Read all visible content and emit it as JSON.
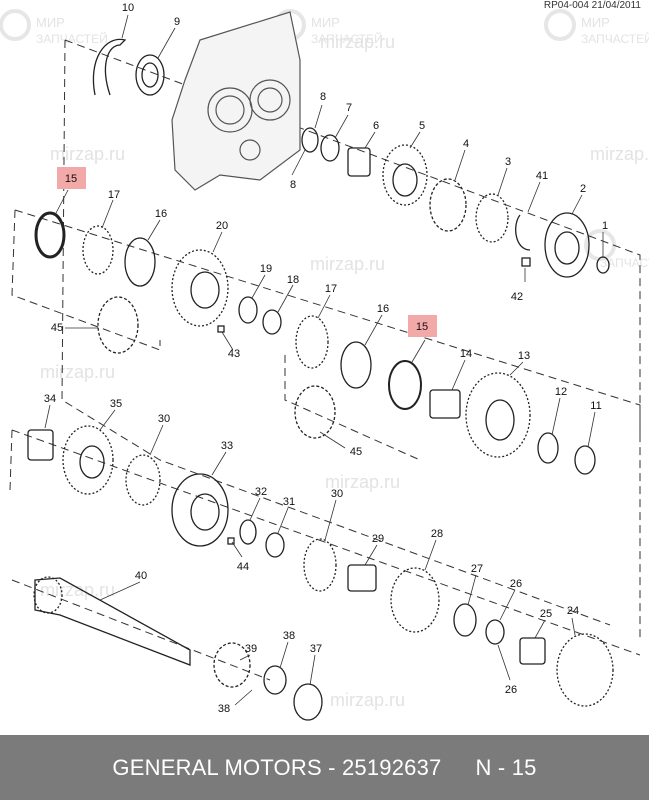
{
  "ref_code": "RP04-004 21/04/2011",
  "watermark": {
    "logo_word1": "МИР",
    "logo_word2": "ЗАПЧАСТЕЙ",
    "site": "mirzap.ru"
  },
  "callouts": [
    "10",
    "9",
    "8",
    "7",
    "6",
    "5",
    "4",
    "3",
    "41",
    "2",
    "1",
    "42",
    "8",
    "15",
    "17",
    "16",
    "20",
    "19",
    "18",
    "17",
    "16",
    "15",
    "14",
    "13",
    "12",
    "11",
    "45",
    "43",
    "45",
    "34",
    "35",
    "30",
    "33",
    "32",
    "31",
    "30",
    "29",
    "28",
    "27",
    "26",
    "25",
    "24",
    "26",
    "44",
    "40",
    "39",
    "38",
    "37",
    "38"
  ],
  "highlighted_part": "15",
  "footer": {
    "brand": "GENERAL MOTORS - 25192637",
    "page": "N - 15"
  }
}
